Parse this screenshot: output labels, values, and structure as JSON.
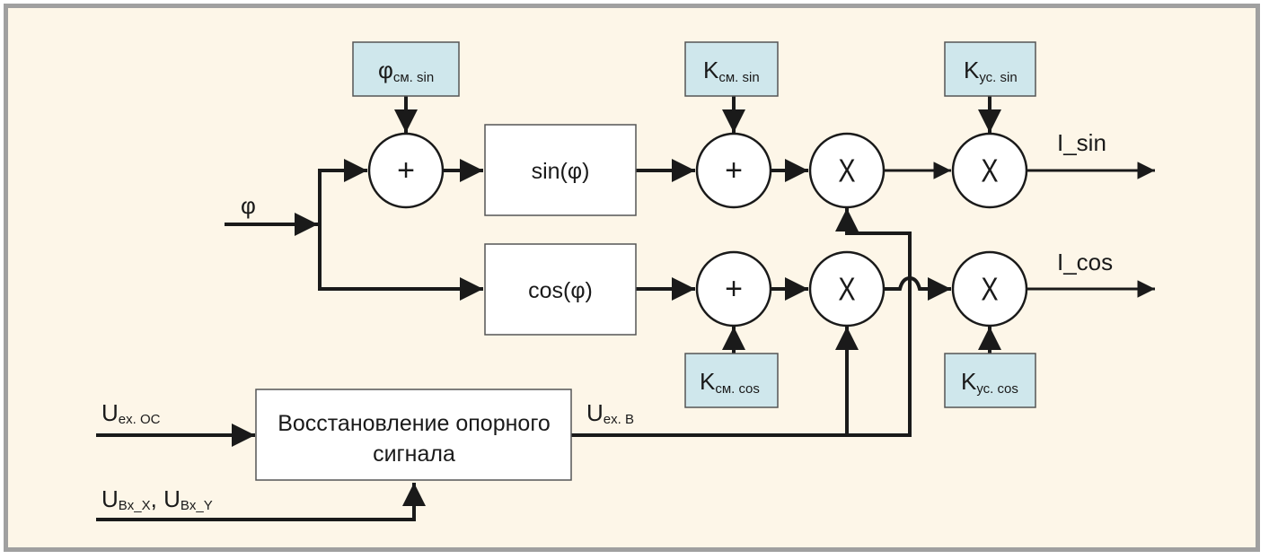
{
  "diagram": {
    "title": "",
    "colors": {
      "background": "#fdf6e8",
      "frame": "#a0a0a0",
      "param_box_fill": "#cfe7ec",
      "line": "#1a1a1a"
    },
    "inputs": {
      "phi": "φ",
      "u_ref": {
        "main": "U",
        "sub": "ex. OC"
      },
      "u_in": {
        "main1": "U",
        "sub1": "Bx_X",
        "sep": ", ",
        "main2": "U",
        "sub2": "Bx_Y"
      }
    },
    "signals": {
      "u_ex_b": {
        "main": "U",
        "sub": "ex. B"
      }
    },
    "function_blocks": {
      "sin": "sin(φ)",
      "cos": "cos(φ)",
      "recovery_line1": "Восстановление опорного",
      "recovery_line2": "сигнала"
    },
    "param_blocks": {
      "phi_offset_sin": {
        "main": "φ",
        "sub": "см. sin"
      },
      "k_offset_sin": {
        "main": "K",
        "sub": "см. sin"
      },
      "k_gain_sin": {
        "main": "K",
        "sub": "ус. sin"
      },
      "k_offset_cos": {
        "main": "K",
        "sub": "см. cos"
      },
      "k_gain_cos": {
        "main": "K",
        "sub": "ус. cos"
      }
    },
    "operators": {
      "sum": "+",
      "mult": "X"
    },
    "outputs": {
      "i_sin": "I_sin",
      "i_cos": "I_cos"
    }
  }
}
